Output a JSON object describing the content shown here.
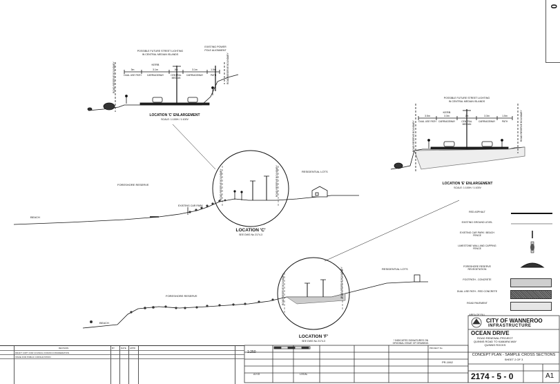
{
  "sheet_side_number": "2174 - 5 - 0",
  "locC_enlarge": {
    "title": "LOCATION 'C' ENLARGEMENT",
    "scale": "SCALE: 1:100H / 1:100V",
    "future_lighting": "POSSIBLE FUTURE STREET LIGHTING\nIN CENTRAL MEDIAN ISLANDS",
    "existing_pole": "EXISTING POWER\nPOLE ALIGNMENT",
    "kerb": "KERB",
    "dims": [
      "3m",
      "3.1m",
      "2m",
      "3.1m",
      "1.5m"
    ],
    "lanes": [
      "DUAL USE PATH",
      "CARRIAGEWAY",
      "CENTRAL\nMEDIAN",
      "CARRIAGEWAY",
      "PATH"
    ],
    "boundary_left": "ROAD RESERVE BOUNDARY",
    "boundary_right": "ROAD RESERVE BOUNDARY"
  },
  "locE_enlarge": {
    "title": "LOCATION 'E' ENLARGEMENT",
    "scale": "SCALE: 1:100H / 1:100V",
    "future_lighting": "POSSIBLE FUTURE STREET LIGHTING\nIN CENTRAL MEDIAN ISLANDS",
    "kerb": "KERB",
    "dims": [
      "3.5m",
      "3.3m",
      "2m",
      "3.3m",
      "1.5m"
    ],
    "lanes": [
      "DUAL USE PATH",
      "CARRIAGEWAY",
      "CENTRAL\nMEDIAN",
      "CARRIAGEWAY",
      "PATH"
    ],
    "boundary_left": "ROAD RESERVE BOUNDARY",
    "boundary_right": "ROAD RESERVE BOUNDARY"
  },
  "locC": {
    "title": "LOCATION 'C'",
    "ref": "SEE DWG No 2174-3",
    "foreshore": "FORESHORE RESERVE",
    "residential": "RESIDENTIAL LOTS",
    "beach": "BEACH",
    "car_park": "EXISTING CAR PARK",
    "boundary_left": "ROAD RESERVE BOUNDARY",
    "boundary_right": "ROAD RESERVE BOUNDARY"
  },
  "locF": {
    "title": "LOCATION 'F'",
    "ref": "SEE DWG No 2174-3",
    "foreshore": "FORESHORE RESERVE",
    "residential": "RESIDENTIAL LOTS",
    "beach": "BEACH",
    "boundary_left": "ROAD RESERVE BOUNDARY",
    "boundary_right": "ROAD RESERVE BOUNDARY"
  },
  "legend": [
    {
      "label": "RED ASPHALT",
      "type": "line"
    },
    {
      "label": "EXISTING GROUND LEVEL",
      "type": "thin"
    },
    {
      "label": "EXISTING CAR PARK / BEACH FENCE",
      "type": "fence"
    },
    {
      "label": "LIMESTONE WALL AND CAPPING FENCE",
      "type": "wall"
    },
    {
      "label": "FORESHORE RESERVE REVEGETATION",
      "type": "veg"
    },
    {
      "label": "FOOTPATH - CONCRETE",
      "type": "concrete"
    },
    {
      "label": "DUAL USE PATH - RED CONCRETE",
      "type": "red"
    },
    {
      "label": "ROAD PAVEMENT",
      "type": "pavement"
    },
    {
      "label": "AREA OF FILL",
      "type": "fill"
    }
  ],
  "title_block": {
    "council": "CITY OF WANNEROO",
    "dept": "INFRASTRUCTURE",
    "project": "OCEAN DRIVE",
    "subtitle": "ROAD RENEWAL PROJECT",
    "extent": "QUINNS ROAD TO KAMARA WAY",
    "suburb": "QUINNS ROCKS",
    "sheet_title": "CONCEPT PLAN - SAMPLE CROSS SECTIONS",
    "sheet_no": "SHEET 2 OF 3",
    "drawing_no": "2174 - 5 - 0",
    "size": "A1",
    "project_no": "PR-1062",
    "file_no": "PROJECT No",
    "sig_note": "* INDICATES SIGNATURES ON\nORIGINAL ISSUE OF DRAWING."
  },
  "rev_table": {
    "header": "REVISION",
    "rows": [
      "ISSUE FOR PUBLIC CONSULTATION",
      "DRAFT COPY FOR COUNCIL FORUM CONSIDERATION"
    ],
    "cols": [
      "BY",
      "DATE",
      "APPD"
    ],
    "scale": "1:250",
    "datum_left": "A.H.D",
    "datum_right": "LOCAL"
  }
}
